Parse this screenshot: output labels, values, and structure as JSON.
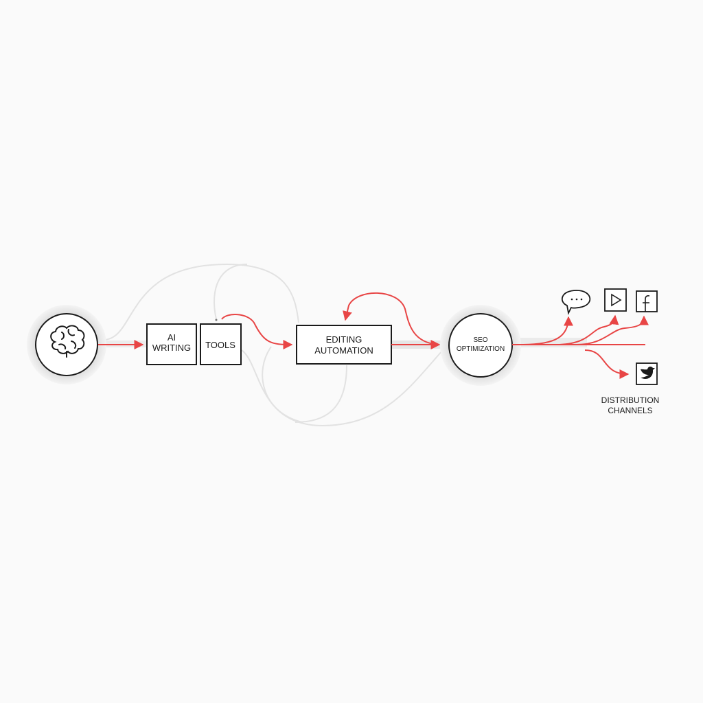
{
  "colors": {
    "accent": "#e84545",
    "stroke": "#1a1a1a",
    "faint": "#e4e4e4",
    "background": "#fafafa"
  },
  "nodes": {
    "brain": {
      "icon": "brain-icon"
    },
    "ai_writing": {
      "line1": "AI",
      "line2": "WRITING"
    },
    "tools": {
      "label": "TOOLS"
    },
    "editing": {
      "line1": "EDITING",
      "line2": "AUTOMATION"
    },
    "seo": {
      "line1": "SEO",
      "line2": "OPTIMIZATION"
    }
  },
  "channels": {
    "icons": [
      "chat-bubble-icon",
      "play-icon",
      "facebook-icon",
      "twitter-icon"
    ],
    "label_line1": "DISTRIBUTION",
    "label_line2": "CHANNELS"
  }
}
